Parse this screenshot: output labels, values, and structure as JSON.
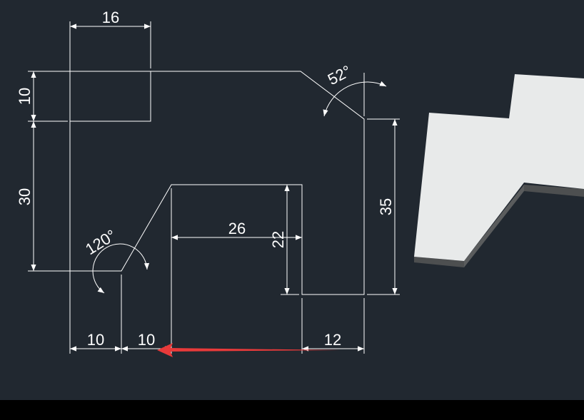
{
  "colors": {
    "background": "#212830",
    "line": "#ffffff",
    "arrow_annotation": "#e83a3a",
    "solid_top": "#e8eaea",
    "solid_side": "#4d4f50"
  },
  "dimensions": {
    "d16": "16",
    "d10_left": "10",
    "d30": "30",
    "d52": "52°",
    "d35": "35",
    "d120": "120°",
    "d26": "26",
    "d22": "22",
    "d10_bottom_a": "10",
    "d10_bottom_b": "10",
    "d12": "12"
  }
}
